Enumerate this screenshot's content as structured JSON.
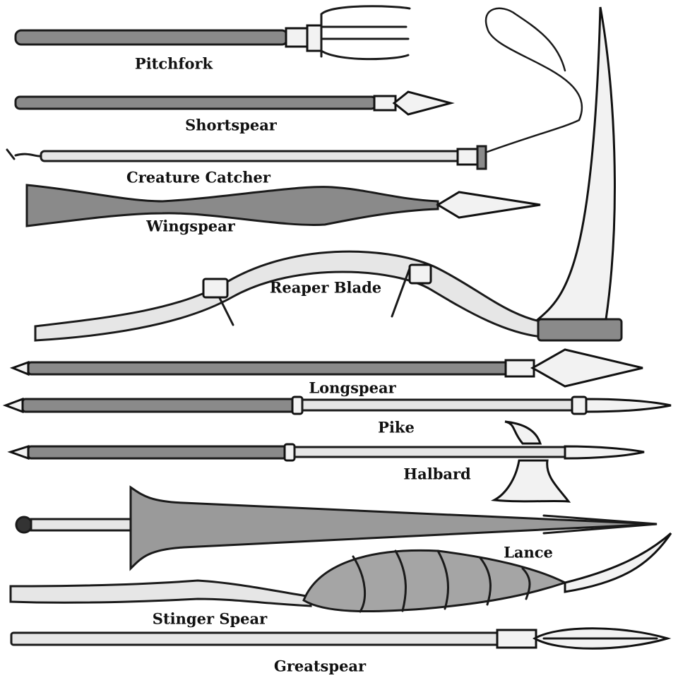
{
  "labels": {
    "pitchfork": "Pitchfork",
    "shortspear": "Shortspear",
    "creature_catcher": "Creature Catcher",
    "wingspear": "Wingspear",
    "reaper_blade": "Reaper Blade",
    "longspear": "Longspear",
    "pike": "Pike",
    "halbard": "Halbard",
    "lance": "Lance",
    "stinger_spear": "Stinger Spear",
    "greatspear": "Greatspear"
  }
}
